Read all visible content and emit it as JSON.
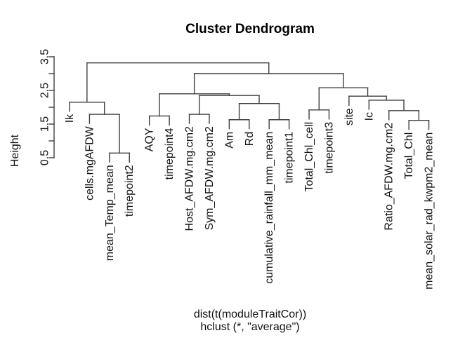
{
  "chart_data": {
    "type": "dendrogram",
    "title": "Cluster Dendrogram",
    "ylabel": "Height",
    "caption_line1": "dist(t(moduleTraitCor))",
    "caption_line2": "hclust (*, \"average\")",
    "axis": {
      "range": [
        0.5,
        3.5
      ],
      "ticks": [
        0.5,
        1.0,
        1.5,
        2.0,
        2.5,
        3.0,
        3.5
      ],
      "tick_labels": [
        "0.5",
        "",
        "1.5",
        "",
        "2.5",
        "",
        "3.5"
      ]
    },
    "leaves": [
      "Ik",
      "cells.mgAFDW",
      "mean_Temp_mean",
      "timepoint2",
      "AQY",
      "timepoint4",
      "Host_AFDW.mg.cm2",
      "Sym_AFDW.mg.cm2",
      "Am",
      "Rd",
      "cumulative_rainfall_mm_mean",
      "timepoint1",
      "Total_Chl_cell",
      "timepoint3",
      "site",
      "Ic",
      "Ratio_AFDW.mg.cm2",
      "Total_Chl",
      "mean_solar_rad_kwpm2_mean"
    ],
    "merges": [
      {
        "id": "m1",
        "children": [
          "L3",
          "L4"
        ],
        "height": 0.64
      },
      {
        "id": "m2",
        "children": [
          "L2",
          "m1"
        ],
        "height": 1.79
      },
      {
        "id": "m3",
        "children": [
          "L1",
          "m2"
        ],
        "height": 2.15
      },
      {
        "id": "m4",
        "children": [
          "L5",
          "L6"
        ],
        "height": 1.74
      },
      {
        "id": "m5",
        "children": [
          "L7",
          "L8"
        ],
        "height": 1.79
      },
      {
        "id": "m6",
        "children": [
          "L9",
          "L10"
        ],
        "height": 1.63
      },
      {
        "id": "m7",
        "children": [
          "L11",
          "L12"
        ],
        "height": 1.63
      },
      {
        "id": "m8",
        "children": [
          "m6",
          "m7"
        ],
        "height": 2.11
      },
      {
        "id": "m9",
        "children": [
          "m5",
          "m8"
        ],
        "height": 2.35
      },
      {
        "id": "m10",
        "children": [
          "m4",
          "m9"
        ],
        "height": 2.4
      },
      {
        "id": "m11",
        "children": [
          "L13",
          "L14"
        ],
        "height": 1.92
      },
      {
        "id": "m12",
        "children": [
          "L18",
          "L19"
        ],
        "height": 1.61
      },
      {
        "id": "m13",
        "children": [
          "L17",
          "m12"
        ],
        "height": 1.9
      },
      {
        "id": "m14",
        "children": [
          "L16",
          "m13"
        ],
        "height": 2.21
      },
      {
        "id": "m15",
        "children": [
          "L15",
          "m14"
        ],
        "height": 2.33
      },
      {
        "id": "m16",
        "children": [
          "m11",
          "m15"
        ],
        "height": 2.58
      },
      {
        "id": "m17",
        "children": [
          "m10",
          "m16"
        ],
        "height": 3.0
      },
      {
        "id": "m18",
        "children": [
          "m3",
          "m17"
        ],
        "height": 3.32
      }
    ],
    "line_color": "#3f3f3f",
    "text_color": "#111111",
    "background": "#ffffff"
  }
}
